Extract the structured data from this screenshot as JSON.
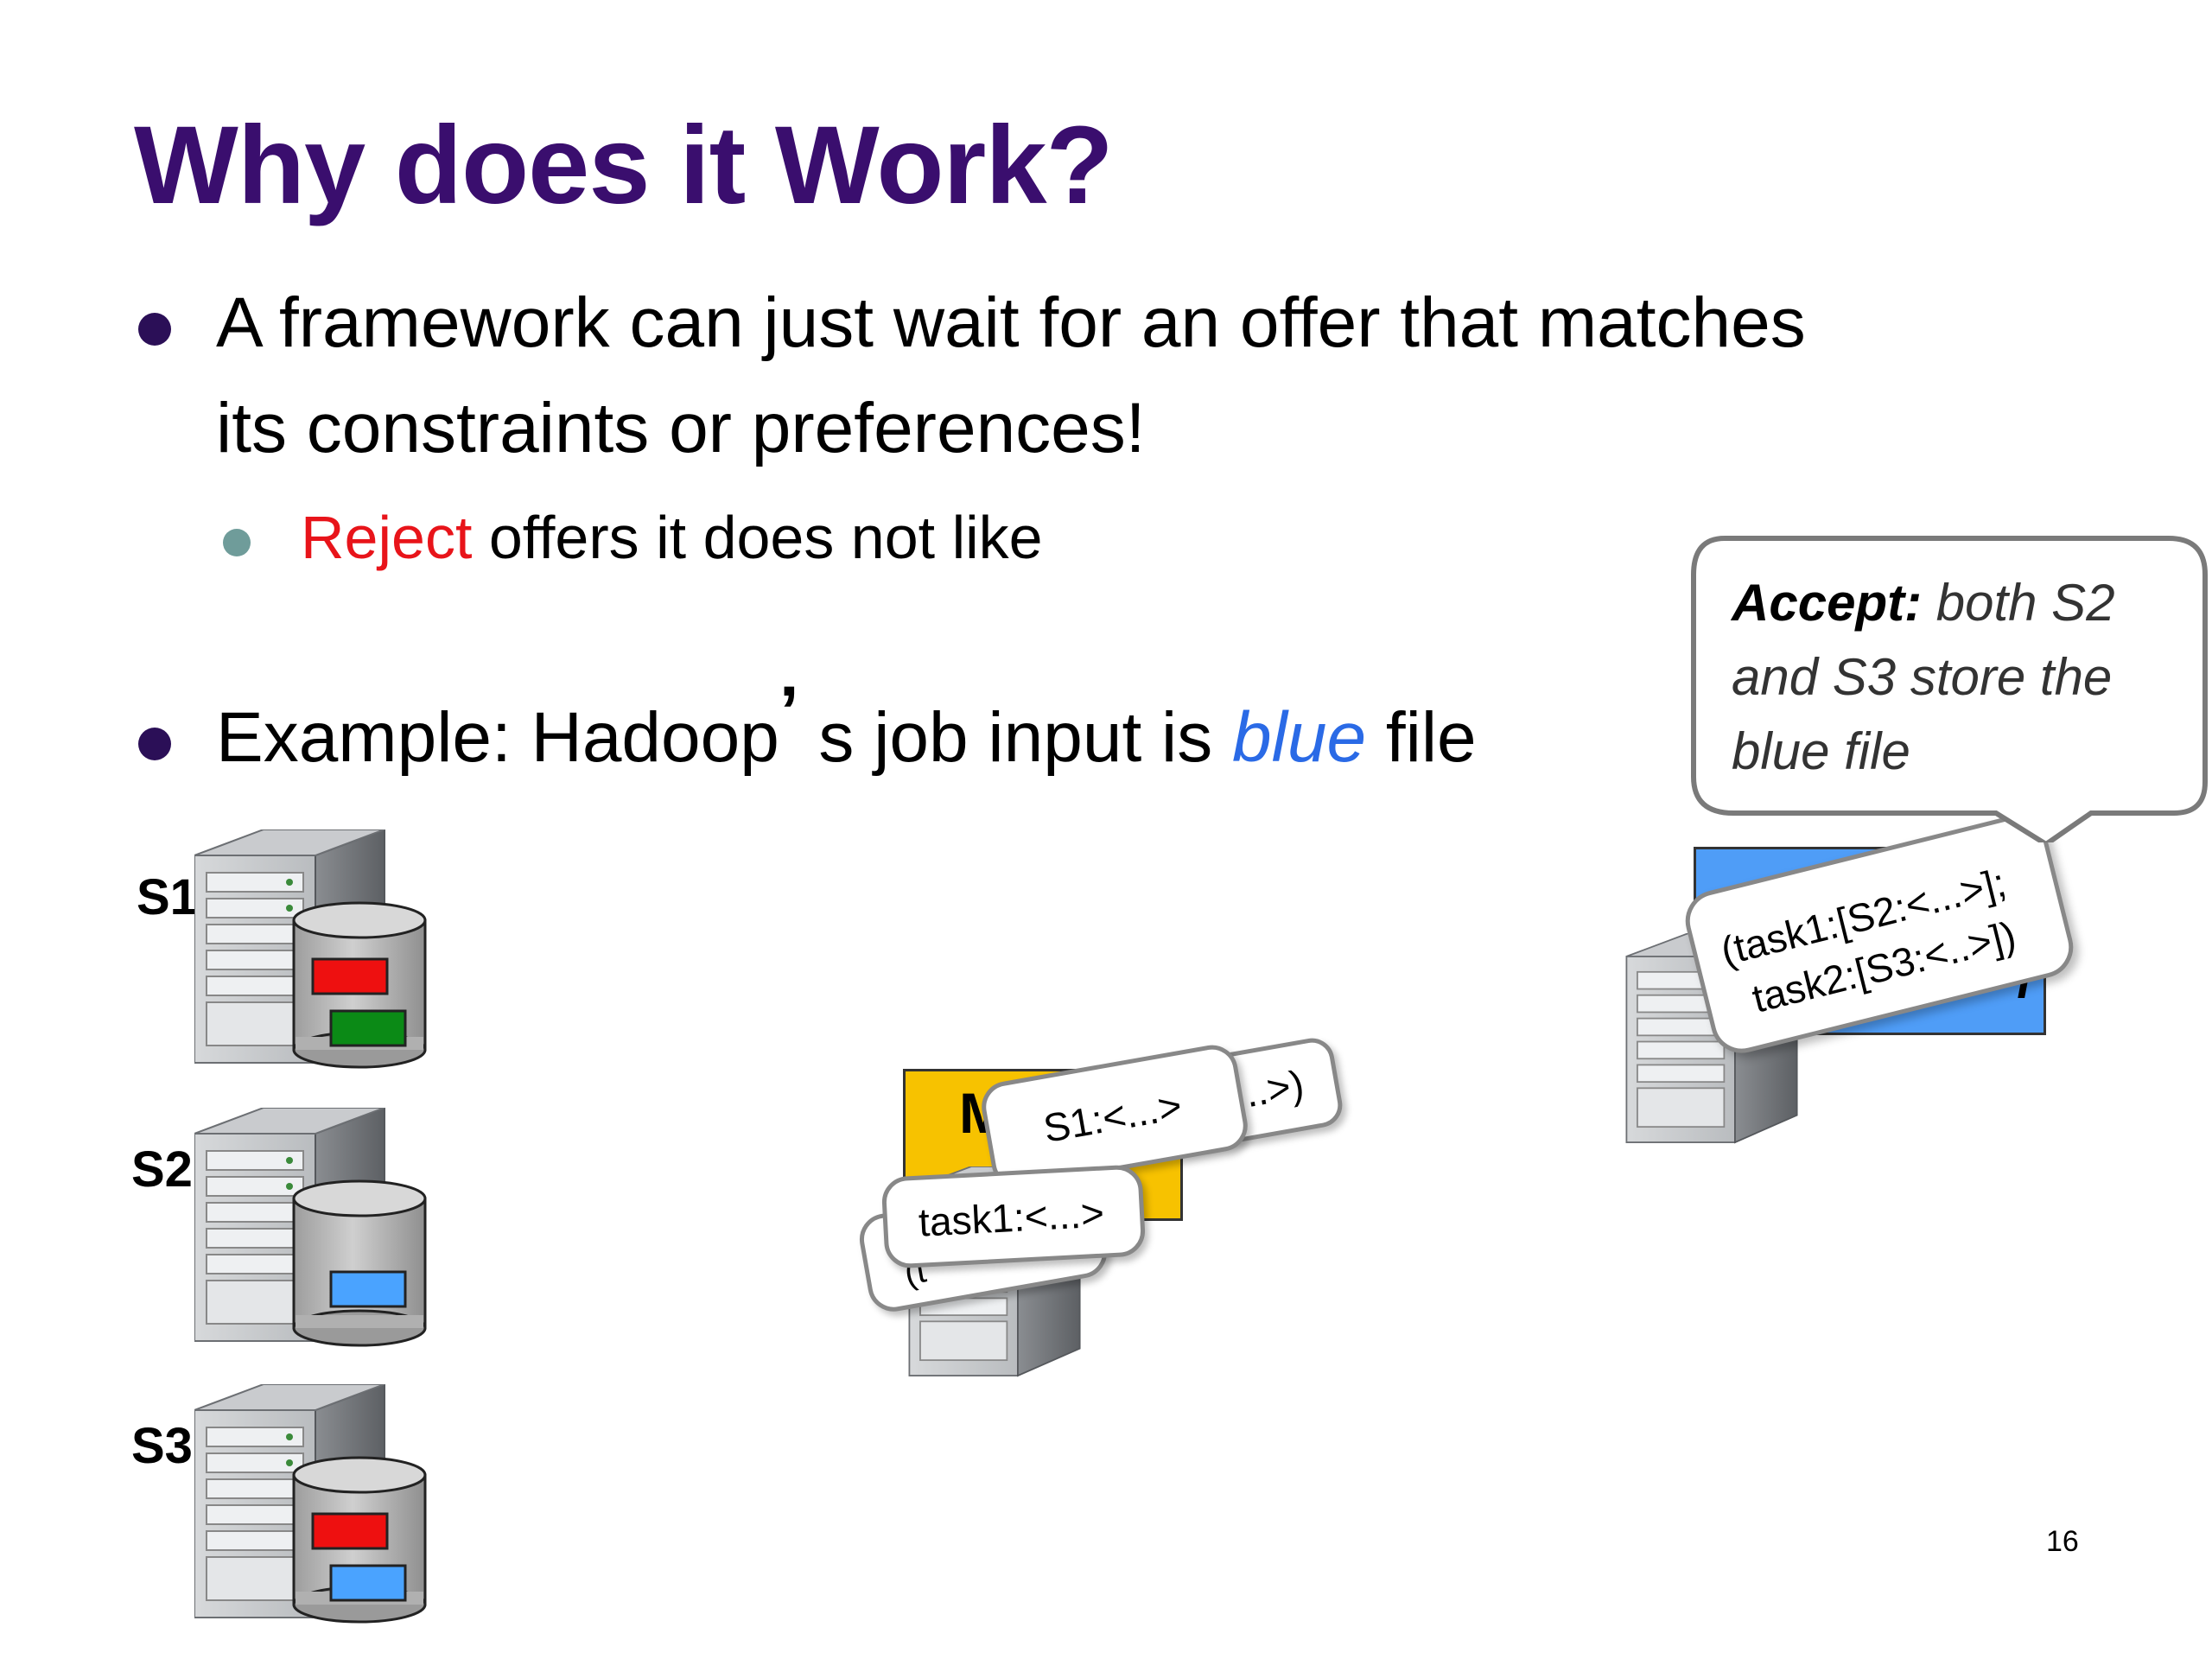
{
  "slide": {
    "title": "Why does it Work?",
    "bullet1": {
      "line1": "A framework can just wait for an offer that matches",
      "line2": "its constraints or preferences!"
    },
    "sub_bullet": {
      "highlight": "Reject",
      "rest": " offers it does not like"
    },
    "bullet2": {
      "before": "Example: Hadoop",
      "apostrophe": "’",
      "middle": " s job input is ",
      "highlight": "blue",
      "after": " file"
    },
    "callout": {
      "bold": "Accept:",
      "line1_rest": " both S2",
      "line2": "and S3 store the",
      "line3": "blue file"
    },
    "accept_message": {
      "line1": "(task1:[S2:<...>];",
      "line2": "task2:[S3:<..>])"
    },
    "master_partial_label": "M",
    "offer_bubble_back": "...>)",
    "offer_bubble_front": "S1:<...>",
    "task_bubble": "task1:<...>",
    "task_bubble_back": "(t",
    "page_number": "16"
  },
  "servers": [
    {
      "label": "S1",
      "files": [
        "red",
        "green"
      ]
    },
    {
      "label": "S2",
      "files": [
        "blue"
      ]
    },
    {
      "label": "S3",
      "files": [
        "red",
        "blue"
      ]
    }
  ],
  "colors": {
    "title": "#3a0e6e",
    "bullet_dot": "#2b0f57",
    "sub_bullet_dot": "#6f9c9a",
    "reject": "#e8141a",
    "blue_word": "#2a6ae6",
    "master_box": "#f7c200",
    "framework_box": "#4f9df7",
    "file_red": "#ee1010",
    "file_green": "#0b8a16",
    "file_blue": "#4aa3ff"
  }
}
